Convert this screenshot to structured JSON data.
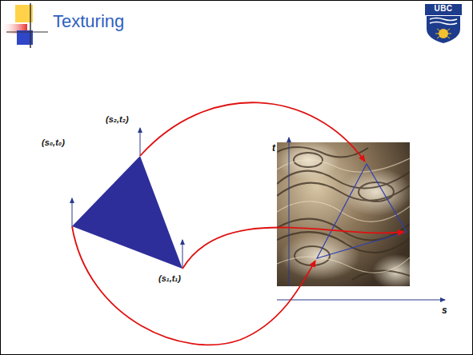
{
  "diagram": {
    "title": "Texturing",
    "labels": [
      "UBC",
      "(s₀,t₀)",
      "(s₂,t₂)",
      "(s₁,t₁)",
      "t",
      "s"
    ]
  }
}
